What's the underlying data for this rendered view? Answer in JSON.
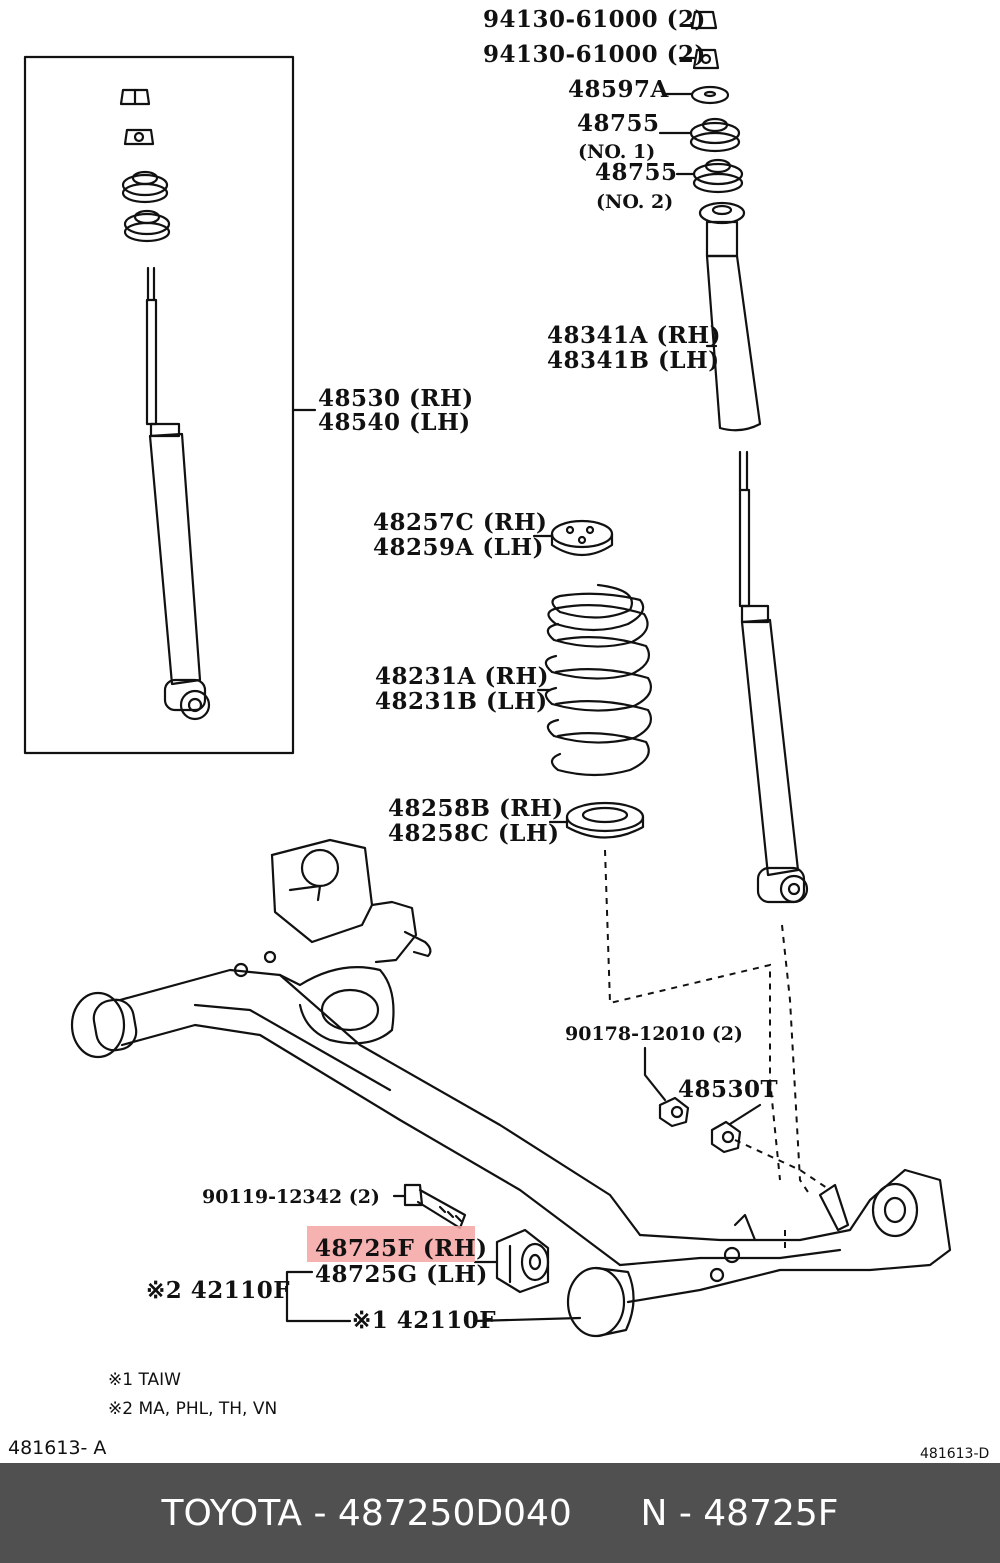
{
  "diagram": {
    "labels": {
      "nut_1": "94130-61000 (2)",
      "nut_2": "94130-61000 (2)",
      "washer": "48597A",
      "cushion_1": "48755",
      "cushion_1_note": "(NO. 1)",
      "cushion_2": "48755",
      "cushion_2_note": "(NO. 2)",
      "bumper_rh": "48341A (RH)",
      "bumper_lh": "48341B (LH)",
      "absorber_rh": "48530 (RH)",
      "absorber_lh": "48540 (LH)",
      "upper_insulator_rh": "48257C (RH)",
      "upper_insulator_lh": "48259A (LH)",
      "spring_rh": "48231A (RH)",
      "spring_lh": "48231B (LH)",
      "lower_insulator_rh": "48258B (RH)",
      "lower_insulator_lh": "48258C (LH)",
      "bolt_upper": "90178-12010 (2)",
      "bushing_small": "48530T",
      "bolt_lower": "90119-12342 (2)",
      "bushing_rh": "48725F (RH)",
      "bushing_lh": "48725G (LH)",
      "axle_2": "※2 42110F",
      "axle_1": "※1 42110F"
    },
    "notes": [
      "※1  TAIW",
      "※2  MA, PHL, TH, VN"
    ],
    "ref_left": "481613- A",
    "ref_right": "481613-D",
    "highlight_color": "#f4a3a3"
  },
  "footer": {
    "text": "TOYOTA - 487250D040      N - 48725F"
  }
}
